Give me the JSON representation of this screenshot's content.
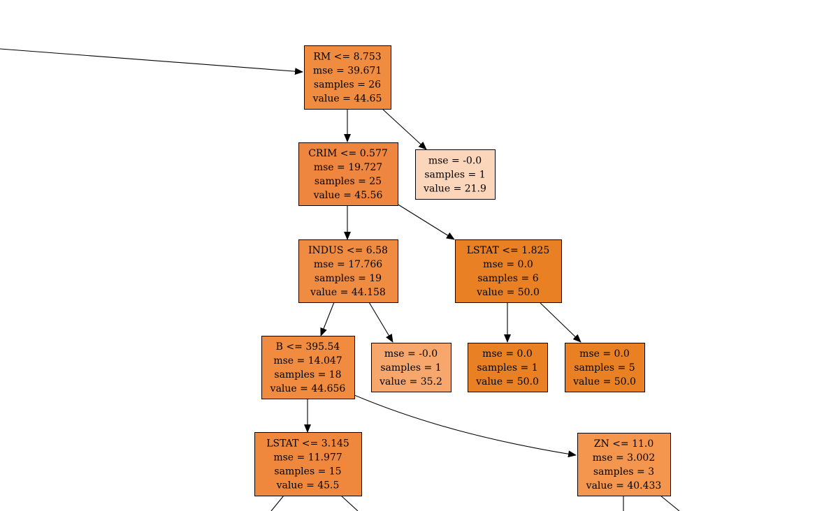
{
  "colors": {
    "background": "#ffffff",
    "stroke": "#000000"
  },
  "nodes": [
    {
      "id": "n-rm",
      "color": "#f08c40",
      "lines": [
        "RM <= 8.753",
        "mse = 39.671",
        "samples = 26",
        "value = 44.65"
      ]
    },
    {
      "id": "n-crim",
      "color": "#ef8640",
      "lines": [
        "CRIM <= 0.577",
        "mse = 19.727",
        "samples = 25",
        "value = 45.56"
      ]
    },
    {
      "id": "n-leaf-219",
      "color": "#fcd6ba",
      "lines": [
        "mse = -0.0",
        "samples = 1",
        "value = 21.9"
      ]
    },
    {
      "id": "n-indus",
      "color": "#f08b42",
      "lines": [
        "INDUS <= 6.58",
        "mse = 17.766",
        "samples = 19",
        "value = 44.158"
      ]
    },
    {
      "id": "n-lstat-1825",
      "color": "#e98124",
      "lines": [
        "LSTAT <= 1.825",
        "mse = 0.0",
        "samples = 6",
        "value = 50.0"
      ]
    },
    {
      "id": "n-b",
      "color": "#f08b40",
      "lines": [
        "B <= 395.54",
        "mse = 14.047",
        "samples = 18",
        "value = 44.656"
      ]
    },
    {
      "id": "n-leaf-352",
      "color": "#f7a76c",
      "lines": [
        "mse = -0.0",
        "samples = 1",
        "value = 35.2"
      ]
    },
    {
      "id": "n-leaf-500a",
      "color": "#e98124",
      "lines": [
        "mse = 0.0",
        "samples = 1",
        "value = 50.0"
      ]
    },
    {
      "id": "n-leaf-500b",
      "color": "#e98124",
      "lines": [
        "mse = 0.0",
        "samples = 5",
        "value = 50.0"
      ]
    },
    {
      "id": "n-lstat-3145",
      "color": "#ef883d",
      "lines": [
        "LSTAT <= 3.145",
        "mse = 11.977",
        "samples = 15",
        "value = 45.5"
      ]
    },
    {
      "id": "n-zn",
      "color": "#f5964f",
      "lines": [
        "ZN <= 11.0",
        "mse = 3.002",
        "samples = 3",
        "value = 40.433"
      ]
    }
  ]
}
